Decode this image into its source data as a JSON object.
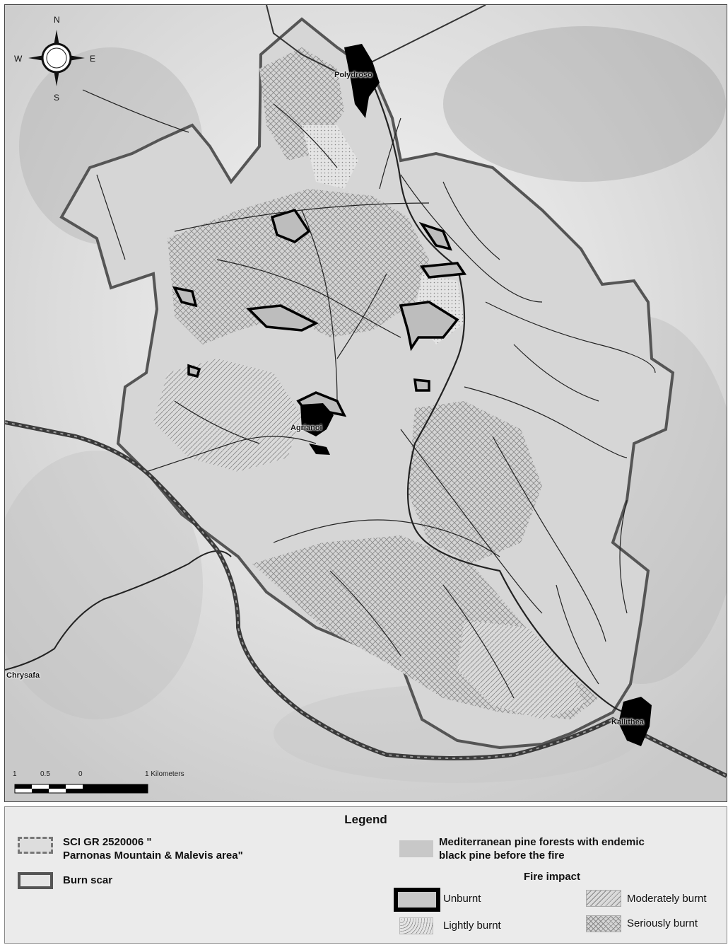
{
  "map": {
    "places": {
      "polydroso": "Polydroso",
      "agrianoi": "Agrianoi",
      "chrysafa": "Chrysafa",
      "kallithea": "Kallithea"
    },
    "compass": {
      "n": "N",
      "s": "S",
      "e": "E",
      "w": "W"
    },
    "scale": {
      "labels": [
        "1",
        "0.5",
        "0",
        "1 Kilometers"
      ]
    }
  },
  "legend": {
    "title": "Legend",
    "sci_line1": "SCI GR 2520006 \"",
    "sci_line2": "Parnonas Mountain & Malevis area\"",
    "burn_scar": "Burn scar",
    "pine_line1": "Mediterranean pine forests with endemic",
    "pine_line2": "black pine before the fire",
    "fire_impact": "Fire impact",
    "unburnt": "Unburnt",
    "lightly": "Lightly burnt",
    "moderately": "Moderately burnt",
    "seriously": "Seriously burnt"
  },
  "colors": {
    "burn_scar": "#555555",
    "pine_forest": "#c8c8c8",
    "unburnt": "#000000",
    "sci_border": "#777777"
  }
}
